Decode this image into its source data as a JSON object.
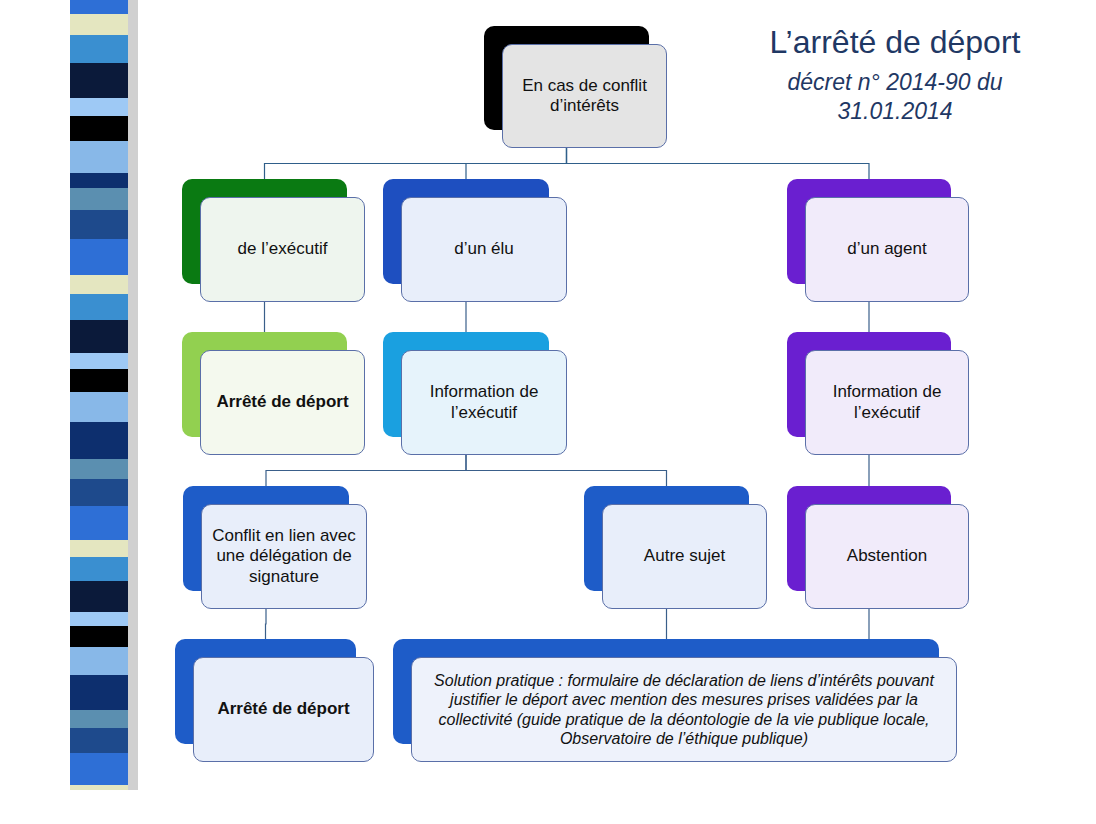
{
  "diagram": {
    "title": "L’arrêté de déport",
    "nodes": [
      {
        "text": [
          "En cas de conflit d’intérêts"
        ]
      },
      {
        "text": [
          "de l’exécutif"
        ]
      },
      {
        "text": [
          "d’un élu"
        ]
      },
      {
        "text": [
          "d’un agent"
        ]
      },
      {
        "text": [
          "Arrêté de déport"
        ]
      },
      {
        "text": [
          "Information de l’exécutif"
        ]
      },
      {
        "text": [
          "Information de l’exécutif"
        ]
      },
      {
        "text": [
          "Conflit en lien avec une délégation de signature"
        ]
      },
      {
        "text": [
          "Autre sujet"
        ]
      },
      {
        "text": [
          "Abstention"
        ]
      },
      {
        "text": [
          "Arrêté de déport"
        ]
      },
      {
        "text": [
          "Solution pratique : formulaire de déclaration de liens d’intérêts pouvant justifier le déport avec mention des mesures prises validées par la collectivité (guide pratique de la déontologie de la vie publique locale, Observatoire de l’éthique publique)"
        ]
      }
    ],
    "edges": [
      {
        "from": 0,
        "to": 1,
        "arrow": "none"
      },
      {
        "from": 0,
        "to": 2,
        "arrow": "none"
      },
      {
        "from": 0,
        "to": 3,
        "arrow": "none"
      },
      {
        "from": 1,
        "to": 4,
        "arrow": "none"
      },
      {
        "from": 2,
        "to": 5,
        "arrow": "none"
      },
      {
        "from": 3,
        "to": 6,
        "arrow": "none"
      },
      {
        "from": 5,
        "to": 7,
        "arrow": "none"
      },
      {
        "from": 5,
        "to": 8,
        "arrow": "none"
      },
      {
        "from": 6,
        "to": 9,
        "arrow": "none"
      },
      {
        "from": 7,
        "to": 10,
        "arrow": "none"
      },
      {
        "from": 8,
        "to": 11,
        "arrow": "none"
      },
      {
        "from": 9,
        "to": 11,
        "arrow": "none"
      }
    ],
    "labels": [
      "décret n° 2014-90 du 31.01.2014"
    ]
  }
}
